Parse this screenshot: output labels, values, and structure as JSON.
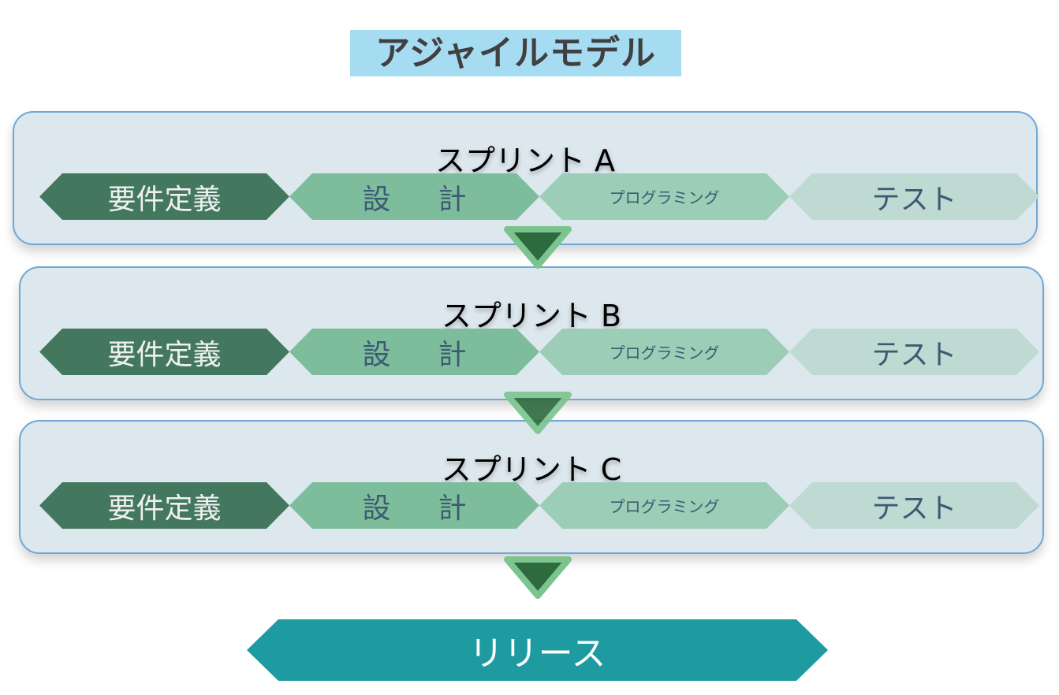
{
  "title": "アジャイルモデル",
  "steps": {
    "requirements": "要件定義",
    "design": "設計",
    "programming": "プログラミング",
    "test": "テスト"
  },
  "sprints": [
    {
      "label": "スプリント A"
    },
    {
      "label": "スプリント B"
    },
    {
      "label": "スプリント C"
    }
  ],
  "release": "リリース",
  "colors": {
    "requirements": "#43785f",
    "design": "#7dbd9b",
    "programming": "#9ccdb6",
    "test": "#bedad2",
    "release": "#1e9aa1",
    "arrow_fill": "#2d6a3e",
    "arrow_border": "#7cc48e"
  }
}
